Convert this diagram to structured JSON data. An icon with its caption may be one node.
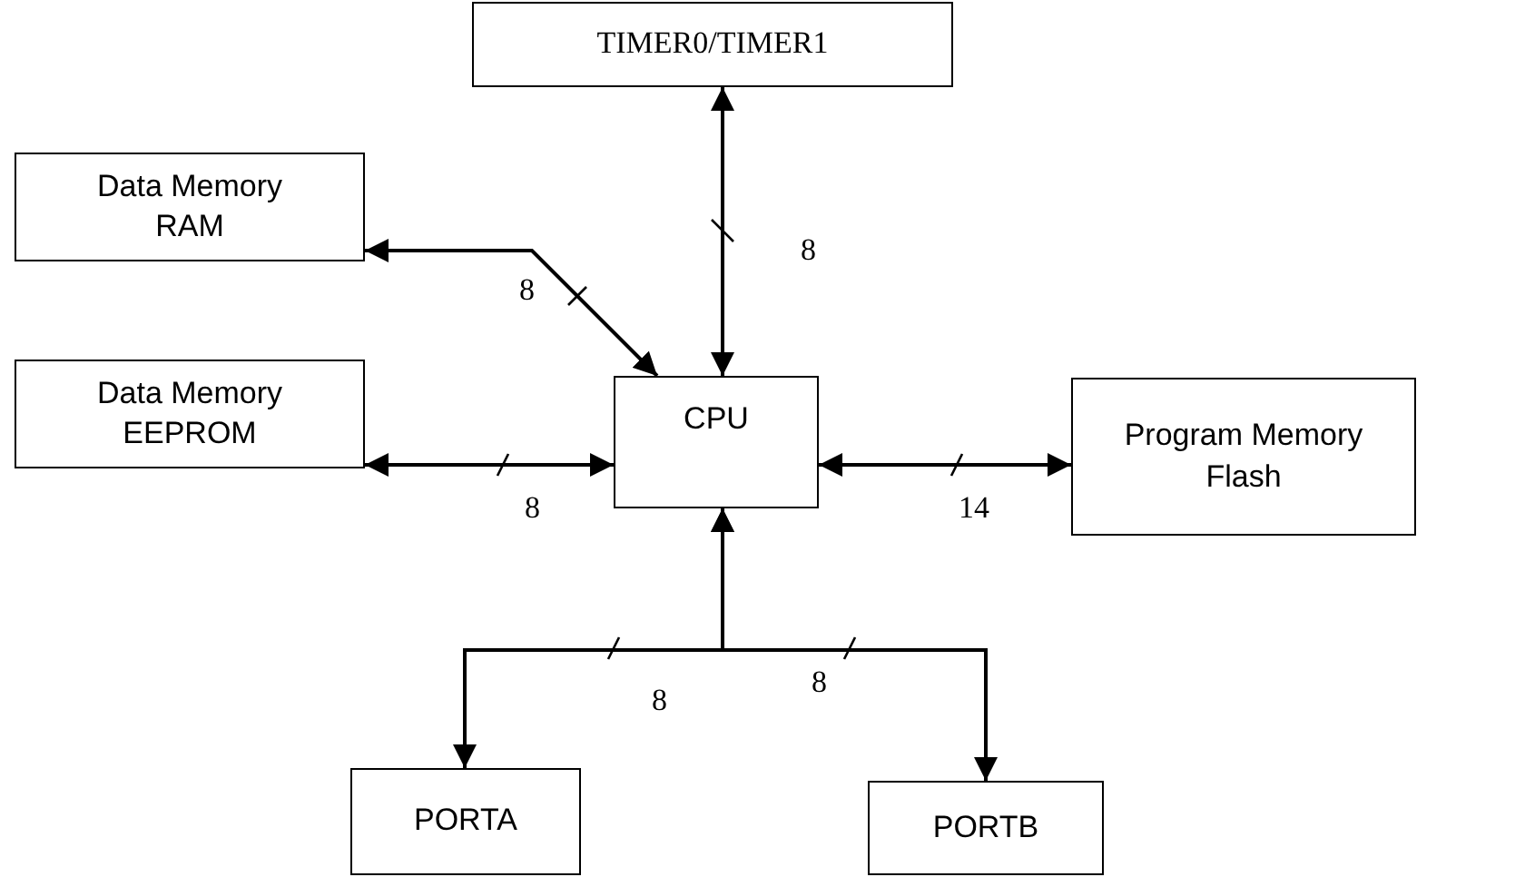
{
  "diagram": {
    "nodes": [
      {
        "text": [
          "TIMER0/TIMER1"
        ]
      },
      {
        "text": [
          "Data Memory RAM"
        ]
      },
      {
        "text": [
          "Data Memory EEPROM"
        ]
      },
      {
        "text": [
          "CPU"
        ]
      },
      {
        "text": [
          "Program Memory Flash"
        ]
      },
      {
        "text": [
          "PORTA"
        ]
      },
      {
        "text": [
          "PORTB"
        ]
      }
    ],
    "edges": [
      {
        "from": 0,
        "to": 3,
        "arrow": "both",
        "label": "8"
      },
      {
        "from": 1,
        "to": 3,
        "arrow": "both",
        "label": "8"
      },
      {
        "from": 2,
        "to": 3,
        "arrow": "both",
        "label": "8"
      },
      {
        "from": 3,
        "to": 4,
        "arrow": "both",
        "label": "14"
      },
      {
        "from": 5,
        "to": 3,
        "arrow": "both",
        "label": "8"
      },
      {
        "from": 6,
        "to": 3,
        "arrow": "both",
        "label": "8"
      }
    ]
  }
}
